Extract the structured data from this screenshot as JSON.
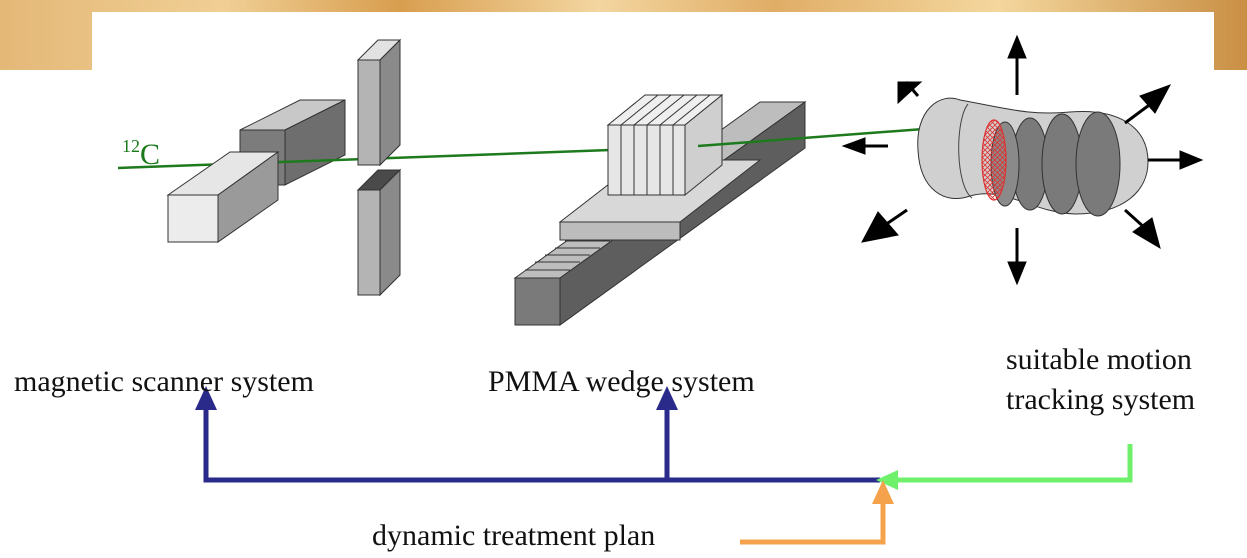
{
  "diagram": {
    "beam_label": {
      "superscript": "12",
      "element": "C"
    },
    "labels": {
      "magnetic_scanner": "magnetic scanner system",
      "pmma_wedge": "PMMA wedge system",
      "motion_tracking_line1": "suitable motion",
      "motion_tracking_line2": "tracking system",
      "treatment_plan": "dynamic treatment plan"
    },
    "colors": {
      "beam": "#1d7a1d",
      "control_feedback": "#2a2a8a",
      "tracking_feed": "#6ef06a",
      "plan_feed": "#f5a24c",
      "target_mesh": "#e03030"
    }
  }
}
